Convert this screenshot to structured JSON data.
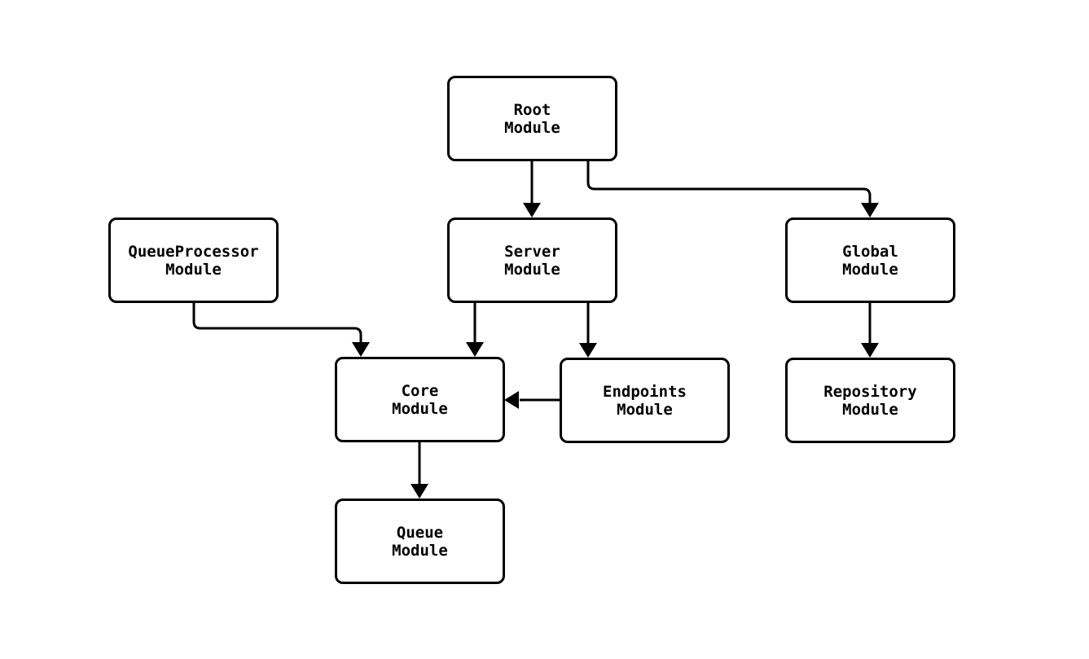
{
  "diagram": {
    "type": "module-dependency-flowchart",
    "colors": {
      "background": "#ffffff",
      "node_fill": "#ffffff",
      "node_border": "#000000",
      "edge": "#000000",
      "text": "#000000"
    },
    "nodes": [
      {
        "id": "root",
        "label": "Root\nModule"
      },
      {
        "id": "queueprocessor",
        "label": "QueueProcessor\nModule"
      },
      {
        "id": "server",
        "label": "Server\nModule"
      },
      {
        "id": "global",
        "label": "Global\nModule"
      },
      {
        "id": "core",
        "label": "Core\nModule"
      },
      {
        "id": "endpoints",
        "label": "Endpoints\nModule"
      },
      {
        "id": "repository",
        "label": "Repository\nModule"
      },
      {
        "id": "queue",
        "label": "Queue\nModule"
      }
    ],
    "edges": [
      {
        "from": "root",
        "to": "server"
      },
      {
        "from": "root",
        "to": "global"
      },
      {
        "from": "queueprocessor",
        "to": "core"
      },
      {
        "from": "server",
        "to": "core"
      },
      {
        "from": "server",
        "to": "endpoints"
      },
      {
        "from": "endpoints",
        "to": "core"
      },
      {
        "from": "core",
        "to": "queue"
      },
      {
        "from": "global",
        "to": "repository"
      }
    ]
  }
}
